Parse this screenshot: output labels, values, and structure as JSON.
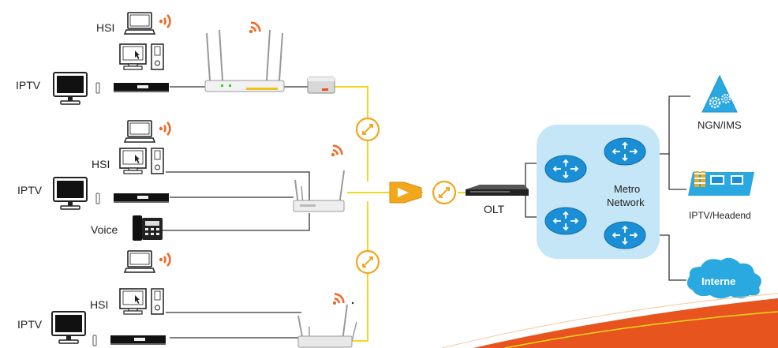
{
  "labels": {
    "hsi": "HSI",
    "iptv": "IPTV",
    "voice": "Voice",
    "olt": "OLT",
    "metro_line1": "Metro",
    "metro_line2": "Network",
    "ngn": "NGN/IMS",
    "iptv_headend": "IPTV/Headend",
    "internet": "Interne"
  },
  "colors": {
    "fiber": "#f2d81c",
    "cable": "#333333",
    "splitter": "#f2a71c",
    "metro_bg": "#c4e6f7",
    "router_blue": "#1b8fd6",
    "ngn_blue": "#2aa8e0",
    "cloud_blue": "#2aa8e0",
    "wifi_orange": "#f06a28",
    "accent_orange": "#e8541e"
  },
  "icons": [
    "laptop-icon",
    "desktop-icon",
    "monitor-icon",
    "set-top-box-icon",
    "phone-icon",
    "wifi-icon",
    "router-icon",
    "onu-icon",
    "olt-icon",
    "splitter-icon",
    "fiber-node-icon",
    "ngn-ims-icon",
    "headend-icon",
    "cloud-icon"
  ]
}
